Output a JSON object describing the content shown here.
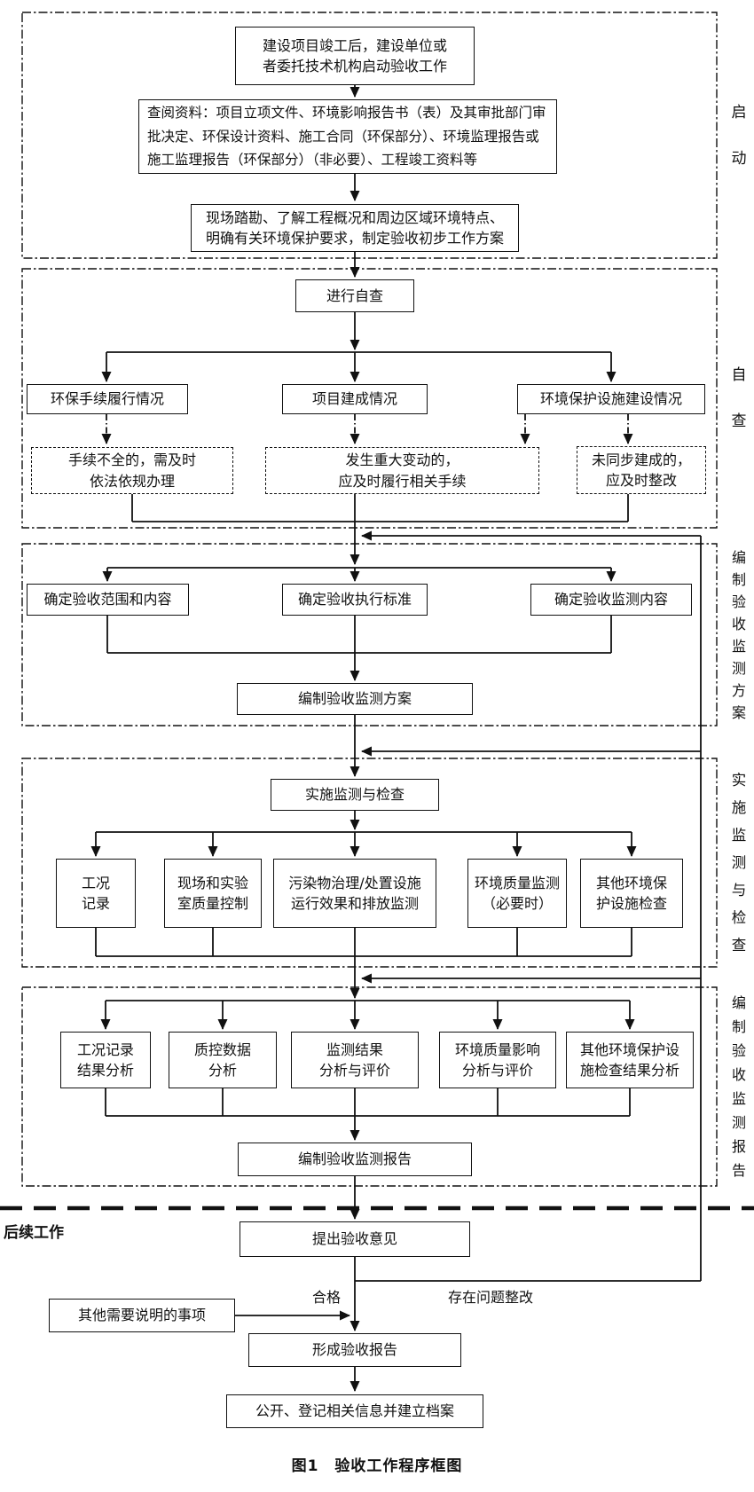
{
  "title": {
    "caption": "图1　验收工作程序框图"
  },
  "colors": {
    "line": "#111111",
    "background": "#ffffff"
  },
  "sections": {
    "startup": {
      "label": "启动"
    },
    "selfcheck": {
      "label": "自查"
    },
    "plan": {
      "label": "编制验收监测方案"
    },
    "implement": {
      "label": "实施监测与检查"
    },
    "report": {
      "label": "编制验收监测报告"
    },
    "followup": {
      "label": "后续工作"
    }
  },
  "nodes": {
    "start": "建设项目竣工后，建设单位或\n者委托技术机构启动验收工作",
    "review_materials": "查阅资料：项目立项文件、环境影响报告书（表）及其审批部门审\n批决定、环保设计资料、施工合同（环保部分）、环境监理报告或\n施工监理报告（环保部分）（非必要）、工程竣工资料等",
    "site_survey": "现场踏勘、了解工程概况和周边区域环境特点、\n明确有关环境保护要求，制定验收初步工作方案",
    "self_check": "进行自查",
    "check_procedures": "环保手续履行情况",
    "check_project": "项目建成情况",
    "check_facilities": "环境保护设施建设情况",
    "fix_procedures": "手续不全的，需及时\n依法依规办理",
    "fix_changes": "发生重大变动的，\n应及时履行相关手续",
    "fix_unsynced": "未同步建成的，\n应及时整改",
    "define_scope": "确定验收范围和内容",
    "define_standards": "确定验收执行标准",
    "define_monitoring": "确定验收监测内容",
    "compile_plan": "编制验收监测方案",
    "implement_monitoring": "实施监测与检查",
    "condition_record": "工况\n记录",
    "site_lab_qc": "现场和实验\n室质量控制",
    "pollutant_monitoring": "污染物治理/处置设施\n运行效果和排放监测",
    "env_quality_monitoring": "环境质量监测\n（必要时）",
    "other_facility_check": "其他环境保\n护设施检查",
    "condition_analysis": "工况记录\n结果分析",
    "qc_data_analysis": "质控数据\n分析",
    "monitoring_evaluation": "监测结果\n分析与评价",
    "env_impact_evaluation": "环境质量影响\n分析与评价",
    "other_facility_analysis": "其他环境保护设\n施检查结果分析",
    "compile_report": "编制验收监测报告",
    "propose_opinion": "提出验收意见",
    "other_notes": "其他需要说明的事项",
    "form_report": "形成验收报告",
    "publish_archive": "公开、登记相关信息并建立档案"
  },
  "edge_labels": {
    "pass": "合格",
    "rectify": "存在问题整改"
  }
}
